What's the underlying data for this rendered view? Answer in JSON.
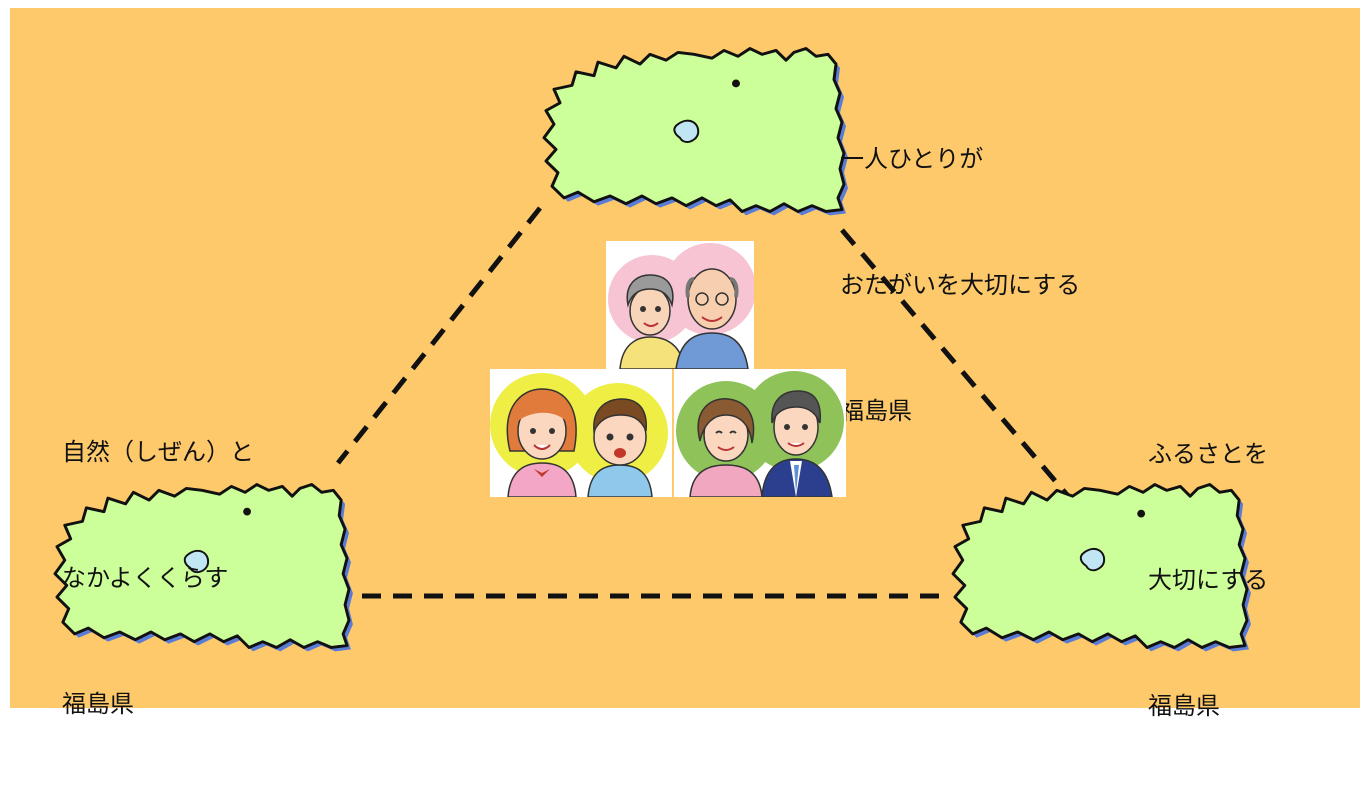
{
  "colors": {
    "background": "#fdc96b",
    "map_fill": "#ccff99",
    "map_stroke": "#111111",
    "map_shadow": "#5b7cd6",
    "lake": "#bfe6f2",
    "connector": "#111111"
  },
  "captions": {
    "top": [
      "一人ひとりが",
      "おたがいを大切にする",
      "福島県"
    ],
    "left": [
      "自然（しぜん）と",
      "なかよくくらす",
      "福島県"
    ],
    "right": [
      "ふるさとを",
      "大切にする",
      "福島県"
    ]
  },
  "maps": [
    {
      "name": "福島県",
      "position": "top"
    },
    {
      "name": "福島県",
      "position": "left"
    },
    {
      "name": "福島県",
      "position": "right"
    }
  ],
  "photos": [
    {
      "subject": "elderly-couple"
    },
    {
      "subject": "children"
    },
    {
      "subject": "adult-couple"
    }
  ]
}
